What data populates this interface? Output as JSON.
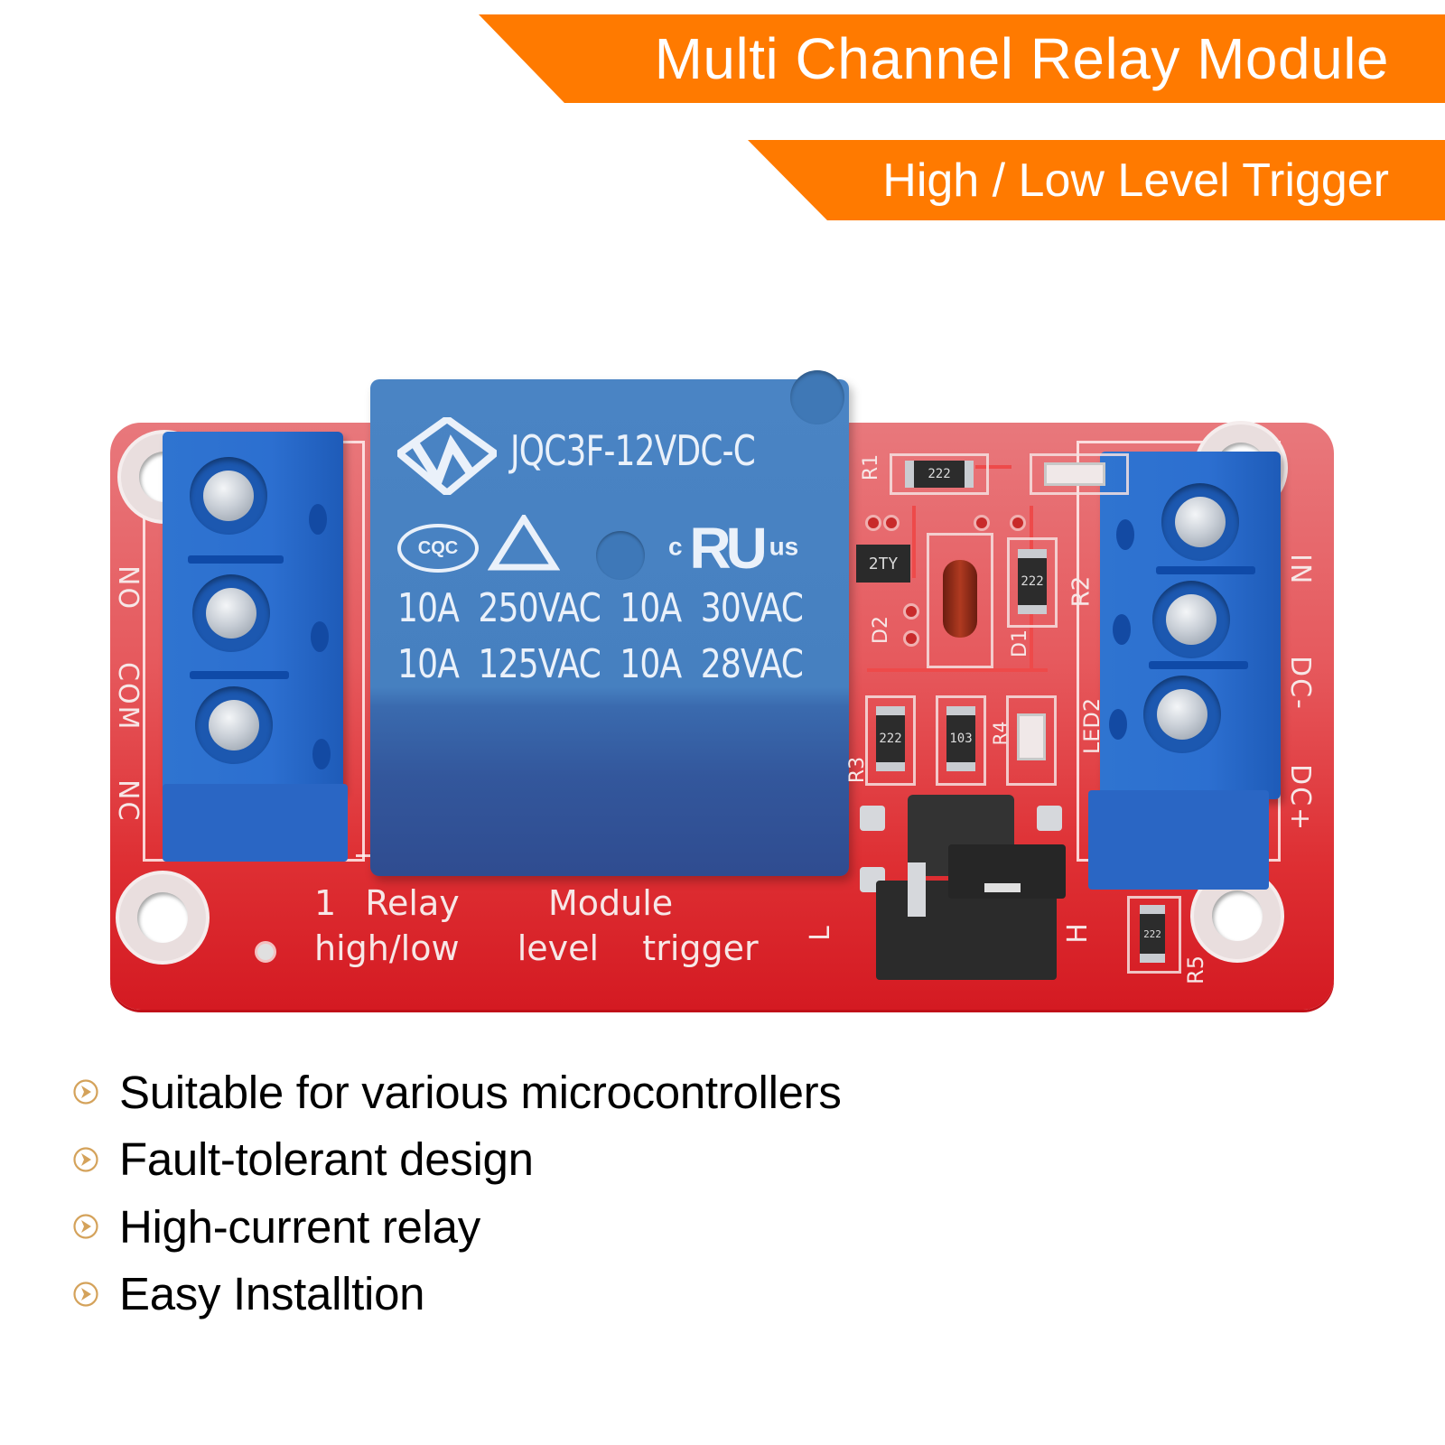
{
  "banners": {
    "title": "Multi Channel Relay Module",
    "subtitle": "High / Low Level Trigger",
    "color": "#ff7a00"
  },
  "product": {
    "relay": {
      "model": "JQC3F-12VDC-C",
      "cert_cqc": "CQC",
      "cert_ul_prefix": "c",
      "cert_ul_mark": "RU",
      "cert_ul_suffix": "us",
      "rating_line_1": "10A  250VAC  10A  30VAC",
      "rating_line_2": "10A  125VAC  10A  28VAC",
      "color": "#4a84c4"
    },
    "left_terminal_labels": [
      "NO",
      "COM",
      "NC"
    ],
    "right_terminal_labels": [
      "IN",
      "DC-",
      "DC+"
    ],
    "board_label_line_1": [
      "1",
      "Relay",
      "Module"
    ],
    "board_label_line_2": [
      "high/low",
      "level",
      "trigger"
    ],
    "component_labels": {
      "r1": "R1",
      "r2": "R2",
      "r3": "R3",
      "r4": "R4",
      "r5": "R5",
      "d1": "D1",
      "d2": "D2",
      "led2": "LED2",
      "jumper_low": "L",
      "jumper_high": "H",
      "transistor_code": "2TY",
      "resistor_code": "222",
      "resistor_code_r4": "103"
    },
    "pcb_color": "#de2f33",
    "terminal_color": "#2c6fd0"
  },
  "features": {
    "bullet_icon": "chevron-circle-icon",
    "bullet_color": "#d4a25a",
    "items": [
      "Suitable for various microcontrollers",
      "Fault-tolerant design",
      "High-current relay",
      "Easy Installtion"
    ]
  }
}
